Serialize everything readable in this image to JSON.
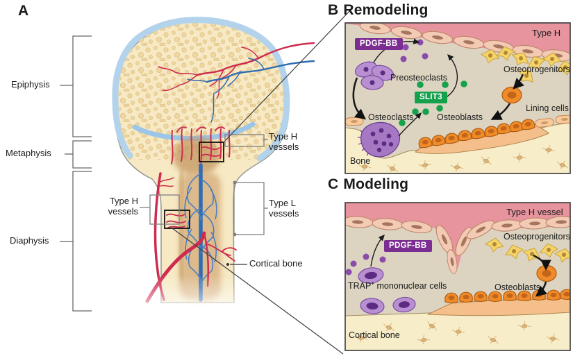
{
  "panel_a": {
    "letter": "A",
    "epiphysis_label": "Epiphysis",
    "metaphysis_label": "Metaphysis",
    "diaphysis_label": "Diaphysis",
    "type_h_right_line1": "Type H",
    "type_h_right_line2": "vessels",
    "type_h_left_line1": "Type H",
    "type_h_left_line2": "vessels",
    "type_l_line1": "Type L",
    "type_l_line2": "vessels",
    "cortical_bone_label": "Cortical bone"
  },
  "panel_b": {
    "letter": "B",
    "title": "Remodeling",
    "vessel_label": "Type H",
    "pdgf_badge": "PDGF-BB",
    "slit3_badge": "SLIT3",
    "preosteoclasts_label": "Preosteoclasts",
    "osteoprogenitors_label": "Osteoprogenitors",
    "osteoclasts_label": "Osteoclasts",
    "osteoblasts_label": "Osteoblasts",
    "lining_cells_label": "Lining cells",
    "bone_label": "Bone"
  },
  "panel_c": {
    "letter": "C",
    "title": "Modeling",
    "vessel_label": "Type H vessel",
    "pdgf_badge": "PDGF-BB",
    "trap_label": "TRAP",
    "trap_sup": "+",
    "trap_label_rest": " mononuclear cells",
    "osteoprogenitors_label": "Osteoprogenitors",
    "osteoblasts_label": "Osteoblasts",
    "cortical_bone_label": "Cortical bone"
  },
  "colors": {
    "vessel_red": "#ce2b4e",
    "vessel_blue": "#2f6cb3",
    "cartilage_blue": "#b3d3ec",
    "growth_plate_blue": "#9cc6e7",
    "bone_cream": "#f6e9c3",
    "panel_beige": "#dcd4c1",
    "vessel_pink": "#e7949e",
    "endothelial_peach": "#f3cab4",
    "cell_purple": "#b88fd0",
    "nucleus_purple": "#5c2c82",
    "badge_purple": "#7c2d92",
    "badge_green": "#16a24c",
    "cell_yellow": "#f4d469",
    "cell_orange": "#ef8b28",
    "lining_peach": "#f8c99c",
    "osteoid": "#f4bf8b",
    "bone_light": "#f8edc9"
  }
}
